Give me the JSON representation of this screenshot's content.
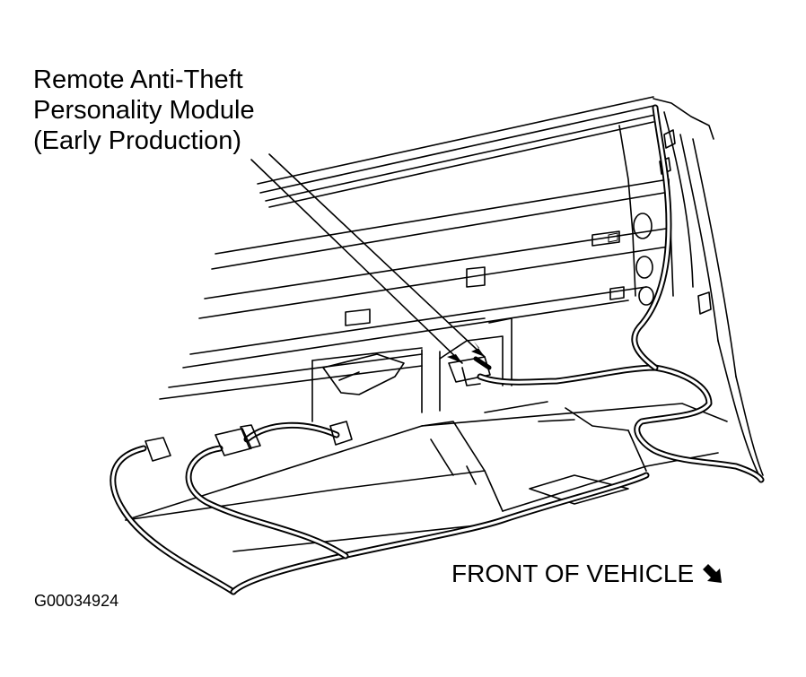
{
  "callout": {
    "line1": "Remote Anti-Theft",
    "line2": "Personality Module",
    "line3": "(Early Production)"
  },
  "orientation": {
    "label": "FRONT OF VEHICLE",
    "arrow_icon": "arrow-down-right-icon"
  },
  "figure_id": "G00034924"
}
